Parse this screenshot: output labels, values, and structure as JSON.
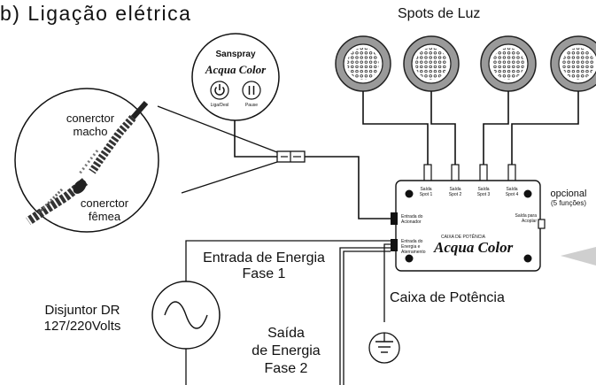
{
  "title": "b) Ligação elétrica",
  "spots_title": "Spots de Luz",
  "controller": {
    "brand": "Sanspray",
    "product": "Acqua Color",
    "power_label": "Liga/Desl",
    "pause_label": "Pause"
  },
  "connector_detail": {
    "male": [
      "conerctor",
      "macho"
    ],
    "female": [
      "conerctor",
      "fêmea"
    ]
  },
  "box": {
    "spot_outputs": [
      {
        "line1": "Saída",
        "line2": "Spot 1"
      },
      {
        "line1": "Saída",
        "line2": "Spot 2"
      },
      {
        "line1": "Saída",
        "line2": "Spot 3"
      },
      {
        "line1": "Saída",
        "line2": "Spot 4"
      }
    ],
    "input_actuator": [
      "Entrada do",
      "Acionador"
    ],
    "input_energy": [
      "Entrada do",
      "Energia e",
      "Aterramento"
    ],
    "output_coupler": [
      "Saída para",
      "Acoplar"
    ],
    "caption": "CAIXA DE POTÊNCIA",
    "brand": "Acqua Color",
    "name": "Caixa de Potência"
  },
  "optional": {
    "line1": "opcional",
    "line2": "(5 funções)"
  },
  "energy_in": [
    "Entrada de Energia",
    "Fase 1"
  ],
  "breaker": [
    "Disjuntor DR",
    "127/220Volts"
  ],
  "energy_out": [
    "Saída",
    "de Energia",
    "Fase 2"
  ]
}
